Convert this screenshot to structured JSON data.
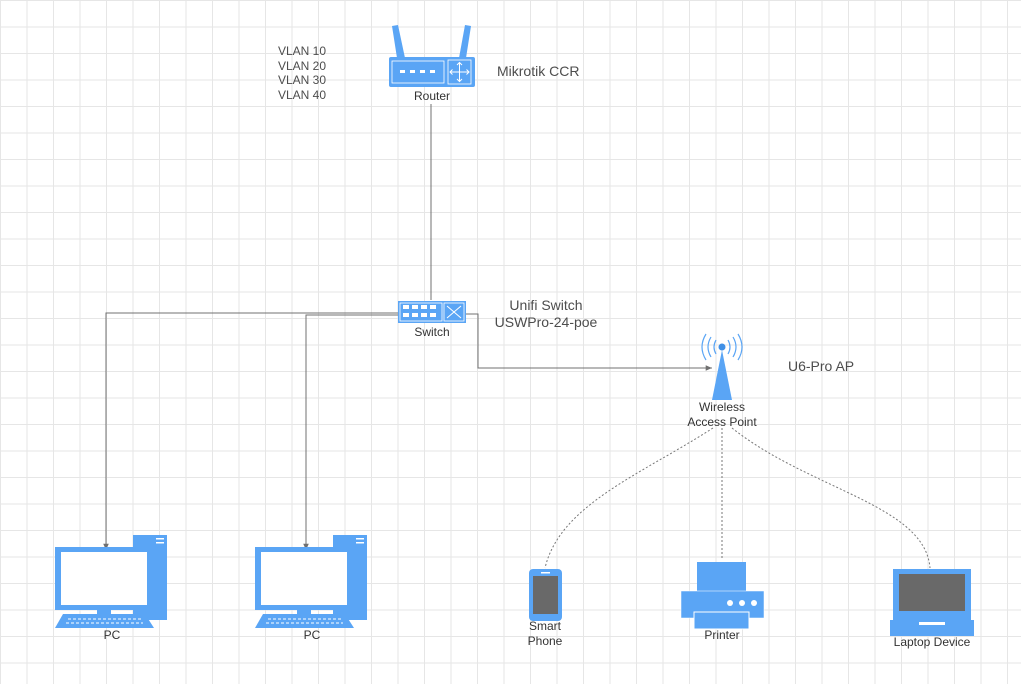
{
  "vlans": [
    "VLAN 10",
    "VLAN 20",
    "VLAN 30",
    "VLAN 40"
  ],
  "router": {
    "label": "Router",
    "note": "Mikrotik CCR"
  },
  "switch": {
    "label": "Switch",
    "note_line1": "Unifi Switch",
    "note_line2": "USWPro-24-poe"
  },
  "access_point": {
    "label_line1": "Wireless",
    "label_line2": "Access Point",
    "note": "U6-Pro AP"
  },
  "pc1": {
    "label": "PC"
  },
  "pc2": {
    "label": "PC"
  },
  "smartphone": {
    "label_line1": "Smart",
    "label_line2": "Phone"
  },
  "printer": {
    "label": "Printer"
  },
  "laptop": {
    "label": "Laptop Device"
  },
  "colors": {
    "icon": "#5aa5f5",
    "icon_dark": "#3f8fe6",
    "line": "#707070",
    "screen": "#696969"
  }
}
